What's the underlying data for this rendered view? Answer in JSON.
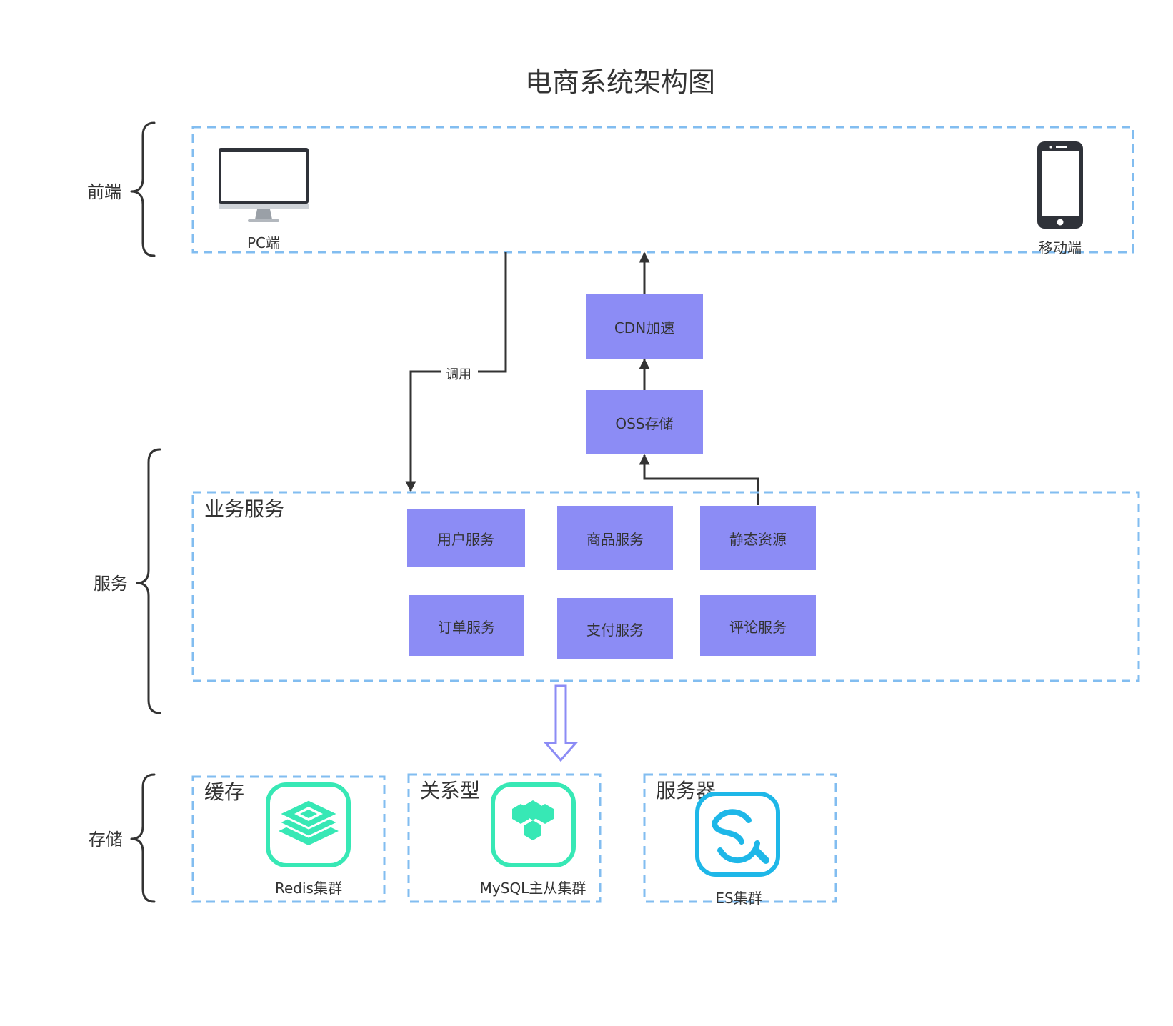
{
  "title": "电商系统架构图",
  "colors": {
    "service_box": "#8c8cf5",
    "dashed_border": "#82bdf0",
    "icon_green": "#37e8b5",
    "icon_cyan": "#1eb7e8",
    "line": "#333333",
    "hollow_arrow": "#8c8cf5"
  },
  "layers": {
    "frontend": "前端",
    "service": "服务",
    "storage": "存储"
  },
  "frontend": {
    "pc": {
      "label": "PC端",
      "icon": "monitor-icon"
    },
    "mobile": {
      "label": "移动端",
      "icon": "smartphone-icon"
    }
  },
  "cdn": "CDN加速",
  "oss": "OSS存储",
  "edge_call": "调用",
  "business": {
    "title": "业务服务",
    "services": [
      "用户服务",
      "商品服务",
      "静态资源",
      "订单服务",
      "支付服务",
      "评论服务"
    ]
  },
  "storage": {
    "cache": {
      "title": "缓存",
      "label": "Redis集群",
      "icon": "redis-icon"
    },
    "relational": {
      "title": "关系型",
      "label": "MySQL主从集群",
      "icon": "mysql-icon"
    },
    "server": {
      "title": "服务器",
      "label": "ES集群",
      "icon": "elasticsearch-icon"
    }
  }
}
